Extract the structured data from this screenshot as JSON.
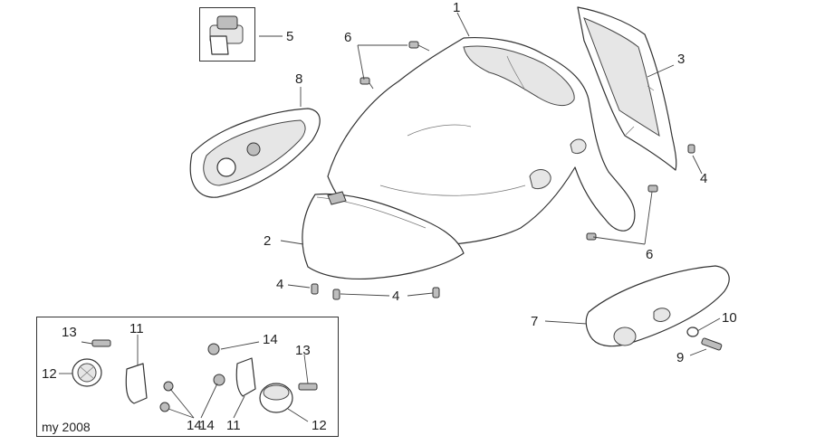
{
  "diagram": {
    "labels": {
      "l1": "1",
      "l2": "2",
      "l3": "3",
      "l4a": "4",
      "l4b": "4",
      "l4c": "4",
      "l5": "5",
      "l6a": "6",
      "l6b": "6",
      "l7": "7",
      "l8": "8",
      "l9": "9",
      "l10": "10",
      "l11a": "11",
      "l11b": "11",
      "l12a": "12",
      "l12b": "12",
      "l13a": "13",
      "l13b": "13",
      "l14a": "14",
      "l14b": "14",
      "l14c": "14"
    },
    "inset_caption": "my 2008"
  }
}
